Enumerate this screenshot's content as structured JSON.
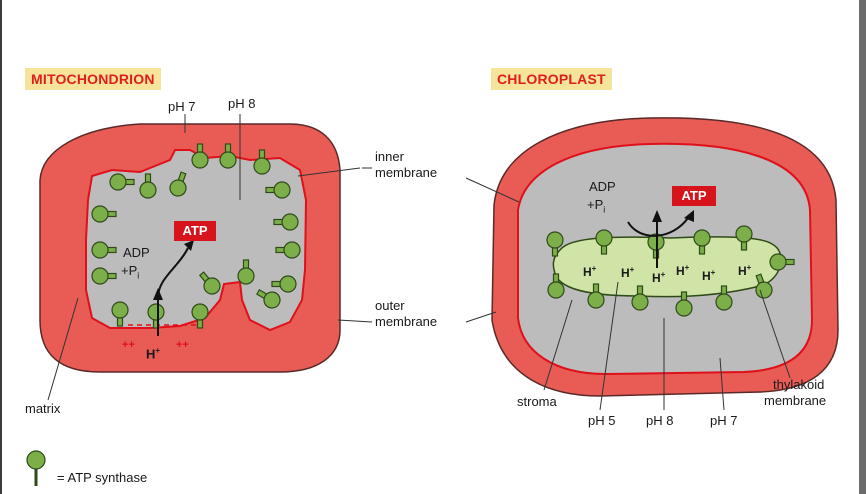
{
  "titles": {
    "mitochondrion": "MITOCHONDRION",
    "chloroplast": "CHLOROPLAST"
  },
  "mitochondrion": {
    "ph_intermembrane": "pH 7",
    "ph_matrix": "pH 8",
    "adp": "ADP",
    "pi": "+P",
    "pi_sub": "i",
    "atp": "ATP",
    "proton": "H",
    "proton_sup": "+",
    "gradient_marks": "++",
    "matrix_label": "matrix"
  },
  "membranes": {
    "inner_line1": "inner",
    "inner_line2": "membrane",
    "outer_line1": "outer",
    "outer_line2": "membrane"
  },
  "chloroplast": {
    "adp": "ADP",
    "pi": "+P",
    "pi_sub": "i",
    "atp": "ATP",
    "proton": "H",
    "proton_sup": "+",
    "stroma": "stroma",
    "ph_thylakoid": "pH 5",
    "ph_stroma": "pH 8",
    "ph_intermembrane": "pH 7",
    "thylakoid_line1": "thylakoid",
    "thylakoid_line2": "membrane"
  },
  "legend": {
    "label": "= ATP synthase"
  },
  "colors": {
    "intermembrane": "#e85c55",
    "matrix": "#bcbcbc",
    "membrane_line": "#e0101a",
    "synthase": "#7cae4a",
    "thylakoid": "#cfe4a6",
    "atp": "#d7141c"
  }
}
